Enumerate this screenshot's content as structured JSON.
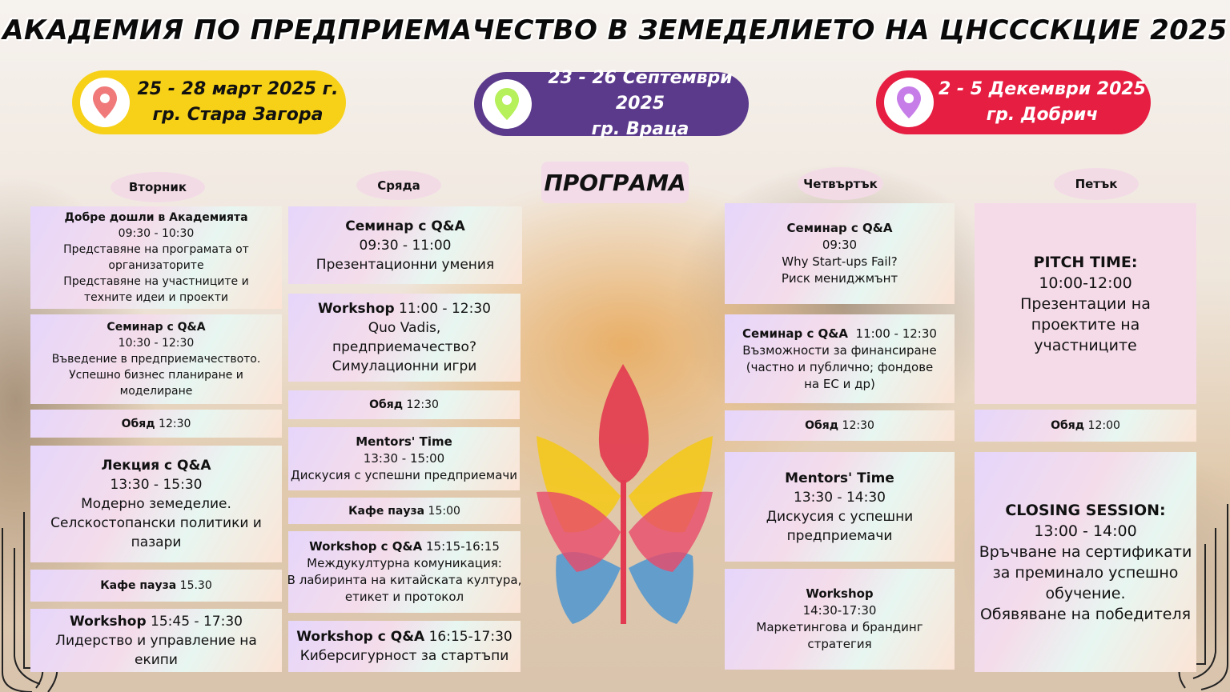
{
  "title": "АКАДЕМИЯ ПО ПРЕДПРИЕМАЧЕСТВО В ЗЕМЕДЕЛИЕТО НА ЦНСССКЦИЕ 2025",
  "locations": [
    {
      "dates": "25 - 28 март 2025 г.",
      "city": "гр. Стара Загора",
      "color": "#f7d117",
      "text_color": "#111111",
      "pin_color": "#f07a7a",
      "icon": "map-pin-icon"
    },
    {
      "dates": "23 - 26 Септември 2025",
      "city": "гр. Враца",
      "color": "#5b3a8c",
      "text_color": "#ffffff",
      "pin_color": "#b6f05a",
      "icon": "map-pin-icon"
    },
    {
      "dates": "2 - 5  Декември  2025",
      "city": "гр. Добрич",
      "color": "#e61e42",
      "text_color": "#ffffff",
      "pin_color": "#c77de8",
      "icon": "map-pin-icon"
    }
  ],
  "program_label": "ПРОГРАМА",
  "days": [
    {
      "name": "Вторник",
      "sessions": [
        {
          "lines": [
            [
              [
                "Добре дошли в Академията",
                ""
              ]
            ],
            [
              [
                "",
                "09:30 - 10:30"
              ]
            ],
            [
              [
                "",
                "Представяне на програмата от"
              ]
            ],
            [
              [
                "",
                "организаторите"
              ]
            ],
            [
              [
                "",
                "Представяне на участниците и"
              ]
            ],
            [
              [
                "",
                "техните идеи и проекти"
              ]
            ]
          ]
        },
        {
          "lines": [
            [
              [
                "Семинар с Q&A",
                ""
              ]
            ],
            [
              [
                "",
                "10:30 - 12:30"
              ]
            ],
            [
              [
                "",
                "Въведение в предприемачеството."
              ]
            ],
            [
              [
                "",
                "Успешно бизнес планиране и"
              ]
            ],
            [
              [
                "",
                "моделиране"
              ]
            ]
          ]
        },
        {
          "lines": [
            [
              [
                "Обяд",
                " 12:30"
              ]
            ]
          ]
        },
        {
          "lines": [
            [
              [
                "Лекция с Q&A",
                ""
              ]
            ],
            [
              [
                "",
                "13:30 - 15:30"
              ]
            ],
            [
              [
                "",
                "Модерно земеделие."
              ]
            ],
            [
              [
                "",
                "Селскостопански политики и"
              ]
            ],
            [
              [
                "",
                "пазари"
              ]
            ]
          ]
        },
        {
          "lines": [
            [
              [
                "Кафе пауза",
                " 15.30"
              ]
            ]
          ]
        },
        {
          "lines": [
            [
              [
                "Workshop",
                " 15:45 - 17:30"
              ]
            ],
            [
              [
                "",
                "Лидерство и управление на"
              ]
            ],
            [
              [
                "",
                "екипи"
              ]
            ]
          ]
        }
      ]
    },
    {
      "name": "Сряда",
      "sessions": [
        {
          "lines": [
            [
              [
                "Семинар с Q&A",
                ""
              ]
            ],
            [
              [
                "",
                "09:30 - 11:00"
              ]
            ],
            [
              [
                "",
                "Презентационни умения"
              ]
            ]
          ]
        },
        {
          "lines": [
            [
              [
                "Workshop",
                " 11:00 - 12:30"
              ]
            ],
            [
              [
                "",
                "Quo Vadis,"
              ]
            ],
            [
              [
                "",
                "предприемачество?"
              ]
            ],
            [
              [
                "",
                "Симулационни игри"
              ]
            ]
          ]
        },
        {
          "lines": [
            [
              [
                "Обяд",
                " 12:30"
              ]
            ]
          ]
        },
        {
          "lines": [
            [
              [
                "Mentors' Time",
                ""
              ]
            ],
            [
              [
                "",
                "13:30 - 15:00"
              ]
            ],
            [
              [
                "",
                "Дискусия с успешни предприемачи"
              ]
            ]
          ]
        },
        {
          "lines": [
            [
              [
                "Кафе пауза",
                " 15:00"
              ]
            ]
          ]
        },
        {
          "lines": [
            [
              [
                "Workshop с Q&A",
                " 15:15-16:15"
              ]
            ],
            [
              [
                "",
                "Междукултурна комуникация:"
              ]
            ],
            [
              [
                "",
                "В лабиринта на китайската култура,"
              ]
            ],
            [
              [
                "",
                "етикет и протокол"
              ]
            ]
          ]
        },
        {
          "lines": [
            [
              [
                "Workshop с Q&A",
                " 16:15-17:30"
              ]
            ],
            [
              [
                "",
                "Киберсигурност за стартъпи"
              ]
            ]
          ]
        }
      ]
    },
    {
      "name": "Четвъртък",
      "sessions": [
        {
          "lines": [
            [
              [
                "Семинар с Q&A",
                ""
              ]
            ],
            [
              [
                "",
                "09:30"
              ]
            ],
            [
              [
                "",
                "Why Start-ups Fail?"
              ]
            ],
            [
              [
                "",
                "Риск мениджмънт"
              ]
            ]
          ]
        },
        {
          "lines": [
            [
              [
                "Семинар с Q&A",
                "  11:00 - 12:30"
              ]
            ],
            [
              [
                "",
                "Възможности за финансиране"
              ]
            ],
            [
              [
                "",
                "(частно и публично; фондове"
              ]
            ],
            [
              [
                "",
                "на ЕС и др)"
              ]
            ]
          ]
        },
        {
          "lines": [
            [
              [
                "Обяд",
                " 12:30"
              ]
            ]
          ]
        },
        {
          "lines": [
            [
              [
                "Mentors' Time",
                ""
              ]
            ],
            [
              [
                "",
                "13:30 - 14:30"
              ]
            ],
            [
              [
                "",
                "Дискусия с успешни"
              ]
            ],
            [
              [
                "",
                "предприемачи"
              ]
            ]
          ]
        },
        {
          "lines": [
            [
              [
                "Workshop",
                ""
              ]
            ],
            [
              [
                "",
                "14:30-17:30"
              ]
            ],
            [
              [
                "",
                "Маркетингова и брандинг"
              ]
            ],
            [
              [
                "",
                "стратегия"
              ]
            ]
          ]
        }
      ]
    },
    {
      "name": "Петък",
      "sessions": [
        {
          "lines": [
            [
              [
                "PITCH TIME:",
                ""
              ]
            ],
            [
              [
                "",
                "10:00-12:00"
              ]
            ],
            [
              [
                "",
                "Презентации на"
              ]
            ],
            [
              [
                "",
                "проектите на"
              ]
            ],
            [
              [
                "",
                "участниците"
              ]
            ]
          ]
        },
        {
          "lines": [
            [
              [
                "Обяд",
                " 12:00"
              ]
            ]
          ]
        },
        {
          "lines": [
            [
              [
                "CLOSING SESSION:",
                ""
              ]
            ],
            [
              [
                "",
                "13:00 - 14:00"
              ]
            ],
            [
              [
                "",
                "Връчване на сертификати"
              ]
            ],
            [
              [
                "",
                "за преминало успешно"
              ]
            ],
            [
              [
                "",
                "обучение."
              ]
            ],
            [
              [
                "",
                "Обявяване на победителя"
              ]
            ]
          ]
        }
      ]
    }
  ]
}
